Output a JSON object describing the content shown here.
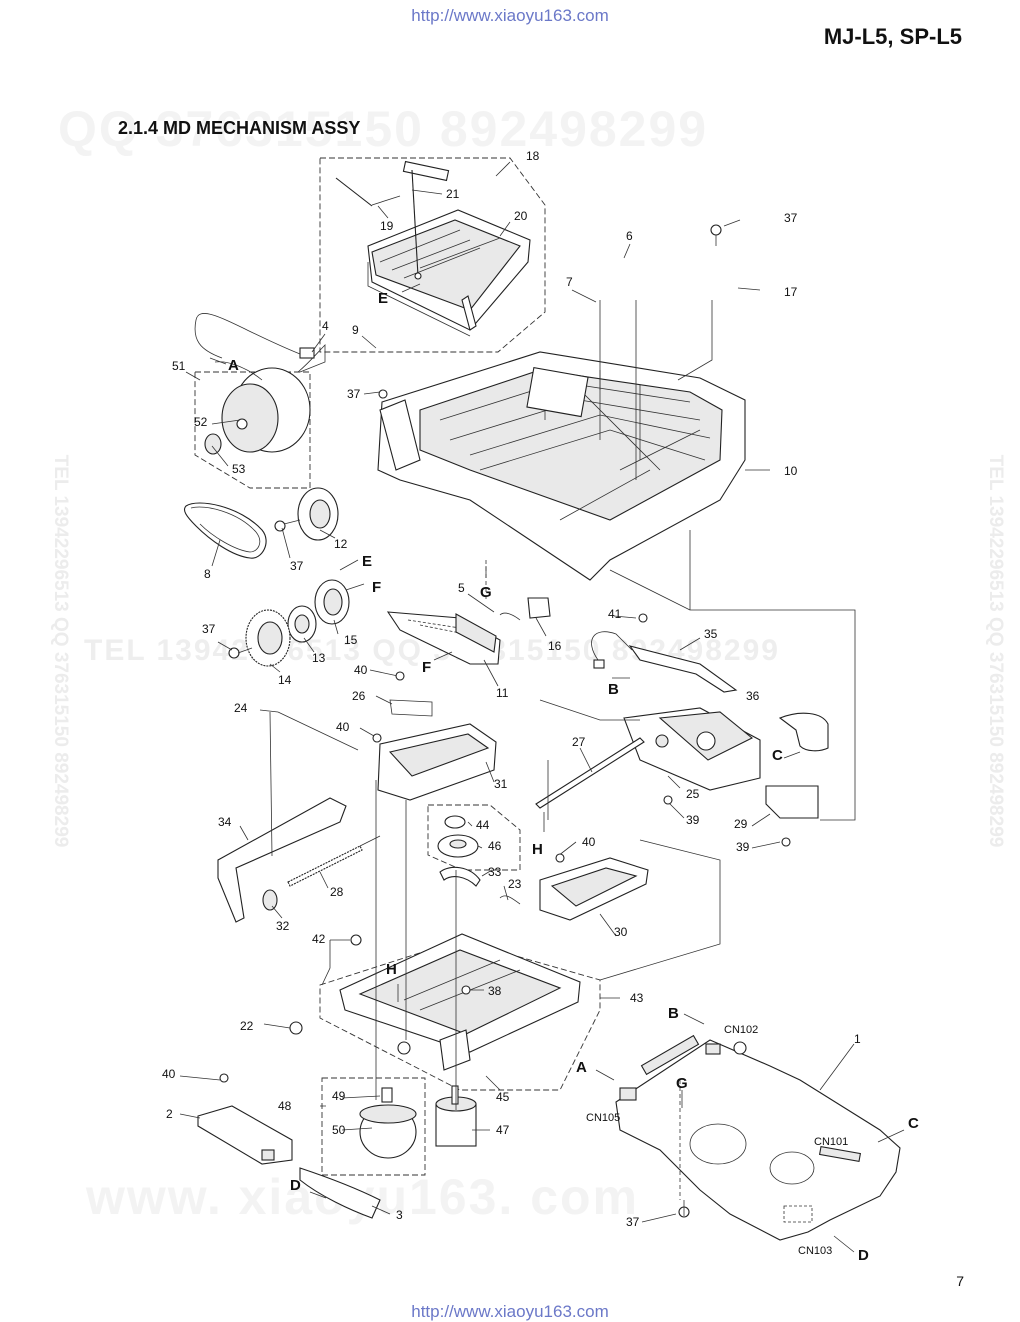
{
  "header": {
    "url_top": "http://www.xiaoyu163.com",
    "model": "MJ-L5, SP-L5",
    "url_bottom": "http://www.xiaoyu163.com",
    "page_number": "7"
  },
  "section_title": "2.1.4 MD MECHANISM ASSY",
  "watermarks": {
    "qq": "QQ 376315150   892498299",
    "tel": "TEL 13942296513   QQ 376315150   892498299",
    "site": "www. xiaoyu163. com",
    "side": "TEL 13942296513  QQ 376315150  892498299"
  },
  "part_labels": {
    "p1": "1",
    "p2": "2",
    "p3": "3",
    "p4": "4",
    "p5": "5",
    "p6": "6",
    "p7": "7",
    "p8": "8",
    "p9": "9",
    "p10": "10",
    "p11": "11",
    "p12": "12",
    "p13": "13",
    "p14": "14",
    "p15": "15",
    "p16": "16",
    "p17": "17",
    "p18": "18",
    "p19": "19",
    "p20": "20",
    "p21": "21",
    "p22": "22",
    "p23": "23",
    "p24": "24",
    "p25": "25",
    "p26": "26",
    "p27": "27",
    "p28": "28",
    "p29": "29",
    "p30": "30",
    "p31": "31",
    "p32": "32",
    "p33": "33",
    "p34": "34",
    "p35": "35",
    "p36": "36",
    "p37a": "37",
    "p37b": "37",
    "p37c": "37",
    "p37d": "37",
    "p37e": "37",
    "p38": "38",
    "p39a": "39",
    "p39b": "39",
    "p40a": "40",
    "p40b": "40",
    "p40c": "40",
    "p40d": "40",
    "p41": "41",
    "p42": "42",
    "p43": "43",
    "p44": "44",
    "p45": "45",
    "p46": "46",
    "p47": "47",
    "p48": "48",
    "p49": "49",
    "p50": "50",
    "p51": "51",
    "p52": "52",
    "p53": "53"
  },
  "connection_letters": {
    "A1": "A",
    "A2": "A",
    "B1": "B",
    "B2": "B",
    "C1": "C",
    "C2": "C",
    "D1": "D",
    "D2": "D",
    "E1": "E",
    "E2": "E",
    "F1": "F",
    "F2": "F",
    "G1": "G",
    "G2": "G",
    "H1": "H",
    "H2": "H"
  },
  "connectors": {
    "cn101": "CN101",
    "cn102": "CN102",
    "cn103": "CN103",
    "cn105": "CN105"
  }
}
